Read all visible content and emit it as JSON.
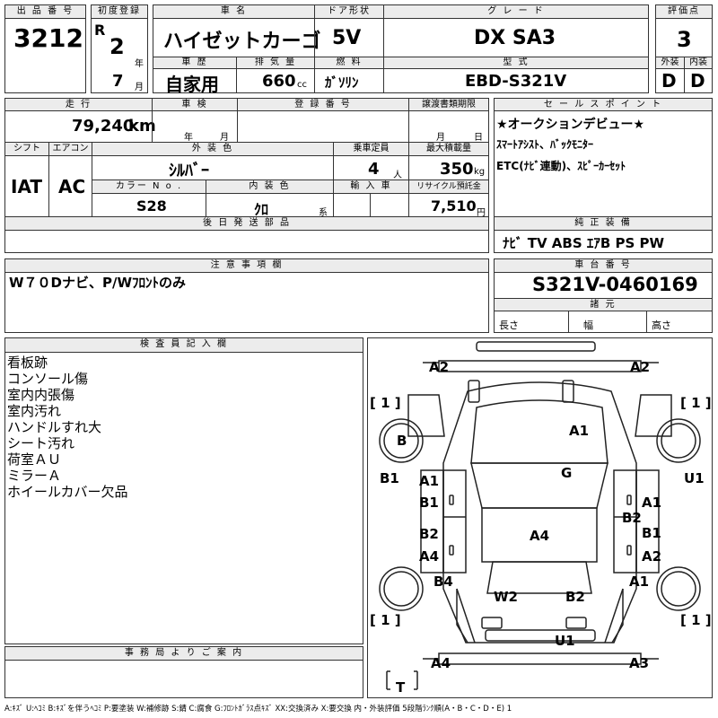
{
  "headers": {
    "lot_no": "出 品 番 号",
    "first_reg": "初度登録",
    "car_name": "車 名",
    "door": "ドア形状",
    "grade": "グ レ ー ド",
    "score": "評価点",
    "history": "車 歴",
    "displacement": "排 気 量",
    "fuel": "燃 料",
    "model": "型 式",
    "exterior": "外装",
    "interior": "内装",
    "mileage": "走 行",
    "inspection": "車 検",
    "reg_no": "登 録 番 号",
    "doc_deadline": "譲渡書類期限",
    "sales_point": "セ ー ル ス ポ イ ン ト",
    "shift": "シフト",
    "aircon": "エアコン",
    "ext_color": "外 装 色",
    "capacity": "乗車定員",
    "max_load": "最大積載量",
    "color_no": "カラー N o .",
    "int_color": "内 装 色",
    "import": "輸 入 車",
    "recycle": "リサイクル預託金",
    "later_parts": "後 日 発 送 部 品",
    "equipment": "純 正 装 備",
    "notes": "注 意 事 項 欄",
    "chassis": "車 台 番 号",
    "dims": "諸 元",
    "inspector": "検 査 員 記 入 欄",
    "office": "事 務 局 よ り ご 案 内"
  },
  "vehicle": {
    "lot_no": "3212",
    "era": "R",
    "year": "2",
    "year_unit": "年",
    "month": "7",
    "month_unit": "月",
    "car_name": "ハイゼットカーゴ",
    "door": "5V",
    "grade": "DX SA3",
    "score": "3",
    "history": "自家用",
    "displacement": "660",
    "displacement_unit": "cc",
    "fuel": "ｶﾞｿﾘﾝ",
    "model": "EBD-S321V",
    "exterior": "D",
    "interior": "D",
    "mileage": "79,240",
    "mileage_unit": "km",
    "inspection_year": "年",
    "inspection_month": "月",
    "doc_month": "月",
    "doc_day": "日",
    "shift": "IAT",
    "aircon": "AC",
    "ext_color": "ｼﾙﾊﾞｰ",
    "capacity": "4",
    "capacity_unit": "人",
    "max_load": "350",
    "max_load_unit": "kg",
    "color_no": "S28",
    "int_color": "ｸﾛ",
    "int_color_unit": "系",
    "recycle": "7,510",
    "recycle_unit": "円",
    "chassis": "S321V-0460169",
    "dim_length": "長さ",
    "dim_width": "幅",
    "dim_height": "高さ"
  },
  "sales_points": [
    "★オークションデビュー★",
    "ｽﾏｰﾄｱｼｽﾄ、ﾊﾞｯｸﾓﾆﾀｰ",
    "ETC(ﾅﾋﾞ連動)、ｽﾋﾟｰｶｰｾｯﾄ"
  ],
  "equipment": "ﾅﾋﾞ TV ABS ｴｱB PS PW",
  "notes": [
    "W７０Dナビ、P/Wﾌﾛﾝﾄのみ"
  ],
  "inspector_remarks": [
    "看板跡",
    "コンソール傷",
    "室内内張傷",
    "室内汚れ",
    "ハンドルすれ大",
    "シート汚れ",
    "荷室ＡＵ",
    "ミラーＡ",
    "ホイールカバー欠品"
  ],
  "diagram_marks": {
    "front_left": "A2",
    "front_right": "A2",
    "tire_fl": "1",
    "tire_fr": "1",
    "tire_rl": "1",
    "tire_rr": "1",
    "spare": "T",
    "wheel_fl": "B",
    "hood": "A1",
    "windshield": "G",
    "left_fender": "B1",
    "right_fender": "U1",
    "left_door_upper_1": "A1",
    "left_door_upper_2": "B1",
    "left_door_lower_1": "B2",
    "left_door_lower_2": "A4",
    "right_door_upper_1": "A1",
    "right_door_upper_2": "B2",
    "right_door_lower_1": "B1",
    "right_door_lower_2": "A2",
    "roof": "A4",
    "left_rear_quarter": "B4",
    "right_rear_quarter": "A1",
    "rear_left": "W2",
    "rear_right": "B2",
    "rear_bumper": "U1",
    "rear_corner_left": "A4",
    "rear_corner_right": "A3"
  },
  "legend": "A:ｷｽﾞ U:ﾍｺﾐ B:ｷｽﾞを伴うﾍｺﾐ P:要塗装 W:補修跡 S:錆 C:腐食 G:ﾌﾛﾝﾄｶﾞﾗｽ点ｷｽﾞ XX:交換済み X:要交換 内・外装評価 5段階ﾗﾝｸ順(A・B・C・D・E) 1"
}
